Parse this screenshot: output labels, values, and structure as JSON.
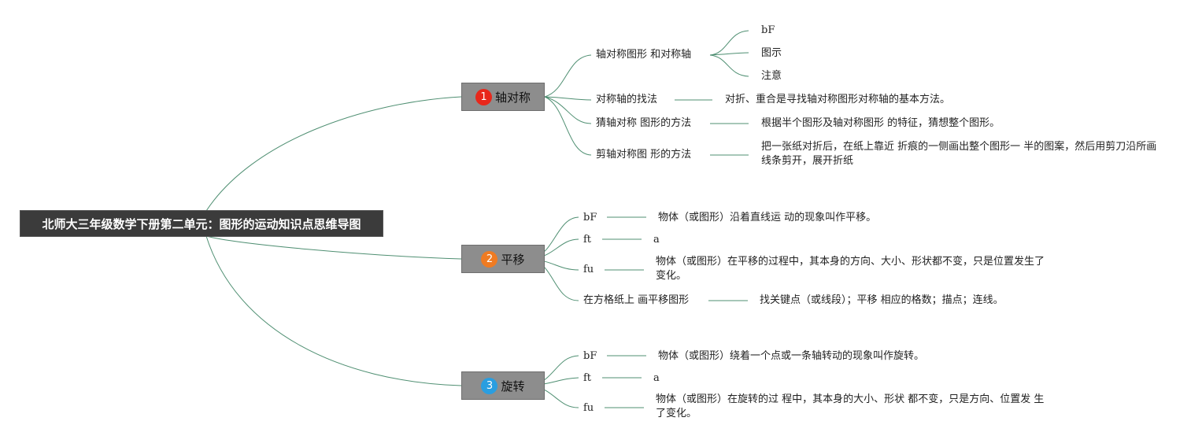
{
  "root": {
    "title": "北师大三年级数学下册第二单元：图形的运动知识点思维导图"
  },
  "colors": {
    "line": "#4f8f72",
    "root_bg": "#3b3b3b",
    "topic_bg": "#8d8d8d",
    "badge1": "#e8271b",
    "badge2": "#ef7b22",
    "badge3": "#2a9ee0"
  },
  "topics": [
    {
      "number": "1",
      "label": "轴对称",
      "branches": [
        {
          "label": "轴对称图形 和对称轴",
          "children": [
            "bF",
            "图示",
            "注意"
          ]
        },
        {
          "label": "对称轴的找法",
          "detail": "对折、重合是寻找轴对称图形对称轴的基本方法。"
        },
        {
          "label": "猜轴对称 图形的方法",
          "detail": "根据半个图形及轴对称图形 的特征，猜想整个图形。"
        },
        {
          "label": "剪轴对称图 形的方法",
          "detail": "把一张纸对折后，在纸上靠近 折痕的一侧画出整个图形一 半的图案，然后用剪刀沿所画 线条剪开，展开折纸"
        }
      ]
    },
    {
      "number": "2",
      "label": "平移",
      "branches": [
        {
          "label": "bF",
          "detail": "物体（或图形）沿着直线运 动的现象叫作平移。"
        },
        {
          "label": "ft",
          "detail": "a"
        },
        {
          "label": "fu",
          "detail": "物体（或图形）在平移的过程中，其本身的方向、大小、形状都不变，只是位置发生了变化。"
        },
        {
          "label": "在方格纸上 画平移图形",
          "detail": "找关键点（或线段）；平移 相应的格数；描点；连线。"
        }
      ]
    },
    {
      "number": "3",
      "label": "旋转",
      "branches": [
        {
          "label": "bF",
          "detail": "物体（或图形）绕着一个点或一条轴转动的现象叫作旋转。"
        },
        {
          "label": "ft",
          "detail": "a"
        },
        {
          "label": "fu",
          "detail": "物体（或图形）在旋转的过 程中，其本身的大小、形状 都不变，只是方向、位置发 生了变化。"
        }
      ]
    }
  ]
}
